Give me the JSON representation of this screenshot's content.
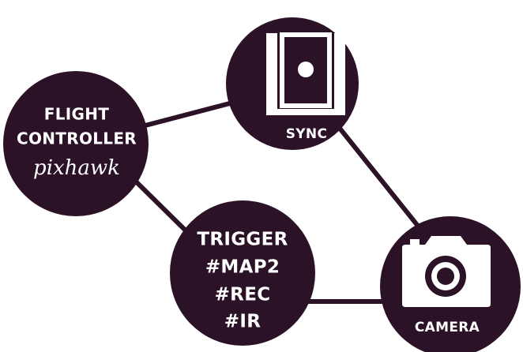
{
  "colors": {
    "node_fill": "#2b1226",
    "connector": "#2b1226",
    "text": "#ffffff",
    "background": "#ffffff"
  },
  "nodes": {
    "flight_controller": {
      "title_line1": "FLIGHT",
      "title_line2": "CONTROLLER",
      "brand": "pixhawk"
    },
    "sync": {
      "label": "SYNC",
      "icon": "phone-screen-icon"
    },
    "trigger": {
      "line1": "TRIGGER",
      "line2": "#MAP2",
      "line3": "#REC",
      "line4": "#IR"
    },
    "camera": {
      "label": "CAMERA",
      "icon": "camera-icon"
    }
  }
}
